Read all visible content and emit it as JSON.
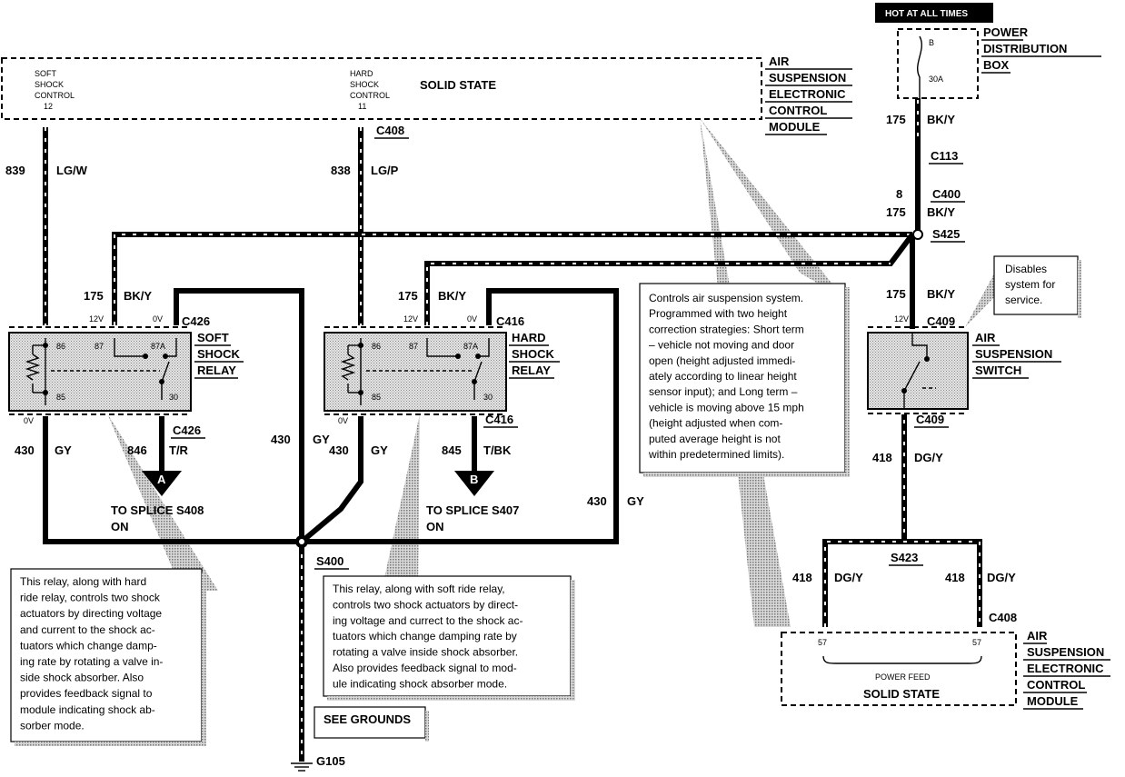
{
  "header": {
    "hot_label": "HOT AT ALL TIMES"
  },
  "pdb": {
    "title_lines": [
      "POWER",
      "DISTRIBUTION",
      "BOX"
    ],
    "fuse_id": "B",
    "fuse_rating": "30A"
  },
  "module_top": {
    "title_lines": [
      "AIR",
      "SUSPENSION",
      "ELECTRONIC",
      "CONTROL",
      "MODULE"
    ],
    "state": "SOLID STATE",
    "soft_pin_lines": [
      "SOFT",
      "SHOCK",
      "CONTROL",
      "12"
    ],
    "hard_pin_lines": [
      "HARD",
      "SHOCK",
      "CONTROL",
      "11"
    ]
  },
  "module_bottom": {
    "title_lines": [
      "AIR",
      "SUSPENSION",
      "ELECTRONIC",
      "CONTROL",
      "MODULE"
    ],
    "state": "SOLID STATE",
    "power_feed": "POWER FEED",
    "pin_left": "57",
    "pin_right": "57"
  },
  "connectors": {
    "c408_top": "C408",
    "c113": "C113",
    "c400": "C400",
    "c400_pin": "8",
    "s425": "S425",
    "c426_top": "C426",
    "c426_bot": "C426",
    "c416_top": "C416",
    "c416_bot": "C416",
    "c409_top": "C409",
    "c409_bot": "C409",
    "s423": "S423",
    "c408_bot": "C408",
    "s400": "S400",
    "g105": "G105"
  },
  "wires": {
    "w839": {
      "num": "839",
      "color": "LG/W"
    },
    "w838": {
      "num": "838",
      "color": "LG/P"
    },
    "w175_pdb": {
      "num": "175",
      "color": "BK/Y"
    },
    "w175_s425": {
      "num": "175",
      "color": "BK/Y"
    },
    "w175_soft": {
      "num": "175",
      "color": "BK/Y"
    },
    "w175_hard": {
      "num": "175",
      "color": "BK/Y"
    },
    "w175_switch": {
      "num": "175",
      "color": "BK/Y"
    },
    "w430_soft": {
      "num": "430",
      "color": "GY"
    },
    "w430_mid": {
      "num": "430",
      "color": "GY"
    },
    "w430_hard": {
      "num": "430",
      "color": "GY"
    },
    "w430_right": {
      "num": "430",
      "color": "GY"
    },
    "w846": {
      "num": "846",
      "color": "T/R"
    },
    "w845": {
      "num": "845",
      "color": "T/BK"
    },
    "w418_main": {
      "num": "418",
      "color": "DG/Y"
    },
    "w418_left": {
      "num": "418",
      "color": "DG/Y"
    },
    "w418_right": {
      "num": "418",
      "color": "DG/Y"
    }
  },
  "soft_relay": {
    "title_lines": [
      "SOFT",
      "SHOCK",
      "RELAY"
    ],
    "v12": "12V",
    "v0_top": "0V",
    "v0_bot": "0V",
    "pins": {
      "p86": "86",
      "p87": "87",
      "p87a": "87A",
      "p85": "85",
      "p30": "30"
    }
  },
  "hard_relay": {
    "title_lines": [
      "HARD",
      "SHOCK",
      "RELAY"
    ],
    "v12": "12V",
    "v0_top": "0V",
    "v0_bot": "0V",
    "pins": {
      "p86": "86",
      "p87": "87",
      "p87a": "87A",
      "p85": "85",
      "p30": "30"
    }
  },
  "switch": {
    "title_lines": [
      "AIR",
      "SUSPENSION",
      "SWITCH"
    ],
    "v12": "12V",
    "callout_lines": [
      "Disables",
      "system for",
      "service."
    ]
  },
  "splice_a": {
    "letter": "A",
    "lines": [
      "TO SPLICE S408",
      "ON"
    ]
  },
  "splice_b": {
    "letter": "B",
    "lines": [
      "TO SPLICE S407",
      "ON"
    ]
  },
  "see_grounds": "SEE GROUNDS",
  "notes": {
    "module_lines": [
      "Controls air suspension system.",
      "Programmed with two height",
      "correction strategies: Short term",
      "– vehicle not moving and door",
      "open (height adjusted immedi-",
      "ately according to linear height",
      "sensor input); and Long term –",
      "vehicle is moving above 15 mph",
      "(height adjusted when com-",
      "puted average height is not",
      "within predetermined limits)."
    ],
    "soft_lines": [
      "This relay, along with hard",
      "ride relay, controls two shock",
      "actuators by directing voltage",
      "and current to the shock ac-",
      "tuators which change damp-",
      "ing rate by rotating a valve in-",
      "side shock absorber.  Also",
      "provides feedback signal to",
      "module indicating shock ab-",
      "sorber mode."
    ],
    "hard_lines": [
      "This relay, along with soft ride relay,",
      "controls two shock actuators by direct-",
      "ing voltage and currect to the shock ac-",
      "tuators which change damping rate by",
      "rotating a valve inside shock absorber.",
      "Also provides feedback signal to mod-",
      "ule indicating shock absorber mode."
    ]
  }
}
